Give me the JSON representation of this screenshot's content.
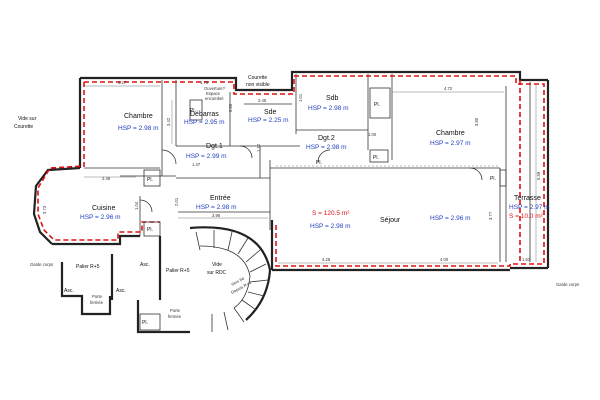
{
  "exterior": {
    "vide_line1": "Vide sur",
    "vide_line2": "Courette",
    "courette_line1": "Courette",
    "courette_line2": "non visible",
    "garde_corps_left": "Garde corps",
    "garde_corps_right": "Garde corps"
  },
  "rooms": {
    "chambre1": {
      "name": "Chambre",
      "hsp": "HSP = 2.98 m"
    },
    "debarras": {
      "name": "Débarras",
      "hsp": "HSP = 2.95 m",
      "note1": "Ouverture?",
      "note2": "Espace",
      "note3": "encombré"
    },
    "sde": {
      "name": "Sde",
      "hsp": "HSP = 2.25 m"
    },
    "sdb": {
      "name": "Sdb",
      "hsp": "HSP = 2.98 m"
    },
    "dgt1": {
      "name": "Dgt.1",
      "hsp": "HSP = 2.99 m"
    },
    "dgt2": {
      "name": "Dgt.2",
      "hsp": "HSP = 2.98 m"
    },
    "chambre2": {
      "name": "Chambre",
      "hsp": "HSP = 2.97 m"
    },
    "cuisine": {
      "name": "Cuisine",
      "hsp": "HSP = 2.96 m"
    },
    "entree": {
      "name": "Entrée",
      "hsp": "HSP = 2.98 m"
    },
    "sejour": {
      "name": "Séjour",
      "hsp": "HSP = 2.96 m",
      "hsp2": "HSP = 2.98 m",
      "surface": "S = 120.5 m²"
    },
    "terrasse": {
      "name": "Terrasse",
      "hsp": "HSP = 2.97 m",
      "surface": "S = 10.0 m²"
    }
  },
  "common": {
    "palier_left": "Palier R+5",
    "palier_right": "Palier R+5",
    "asc_left": "Asc.",
    "asc_mid": "Asc.",
    "asc_right": "Asc.",
    "porte1_line1": "Porte",
    "porte1_line2": "fermée",
    "porte2_line1": "Porte",
    "porte2_line2": "fermée",
    "vide_rdc_line1": "Vide",
    "vide_rdc_line2": "sur RDC",
    "stairs_line1": "Vers 6è",
    "stairs_line2": "Depuis R+4"
  },
  "placards": [
    "Pl.",
    "Pl.",
    "Pl.",
    "Pl.",
    "Pl.",
    "Pl.",
    "Pl.",
    "Pl."
  ],
  "dimensions": [
    "3.27",
    "1.73",
    "0.80",
    "2.45",
    "1.01",
    "4.72",
    "3.42",
    "3.80",
    "1.47",
    "3.96",
    "2.49",
    "3.73",
    "2.01",
    "1.04",
    "4.28",
    "4.00",
    "1.63",
    "3.77",
    "5.59",
    "1.12",
    "1.00"
  ]
}
